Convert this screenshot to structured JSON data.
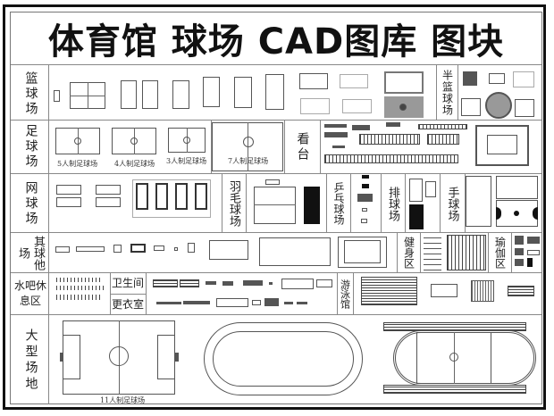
{
  "title": "体育馆 球场 CAD图库 图块",
  "categories": {
    "basketball": "篮球场",
    "half_basketball": "半篮球场",
    "football": "足球场",
    "stands": "看台",
    "tennis": "网球场",
    "badminton": "羽毛球场",
    "table_tennis": "乒乓球场",
    "volleyball": "排球场",
    "handball": "手球场",
    "other_ball": "其球他场",
    "fitness": "健身区",
    "yoga": "瑜伽区",
    "water_bar": "水吧休息区",
    "restroom": "卫生间",
    "locker_room": "更衣室",
    "swimming": "游泳馆",
    "large_venue": "大型场地"
  },
  "captions": {
    "football_5": "5人制足球场",
    "football_4": "4人制足球场",
    "football_3": "3人制足球场",
    "football_7": "7人制足球场",
    "football_11": "11人制足球场"
  }
}
